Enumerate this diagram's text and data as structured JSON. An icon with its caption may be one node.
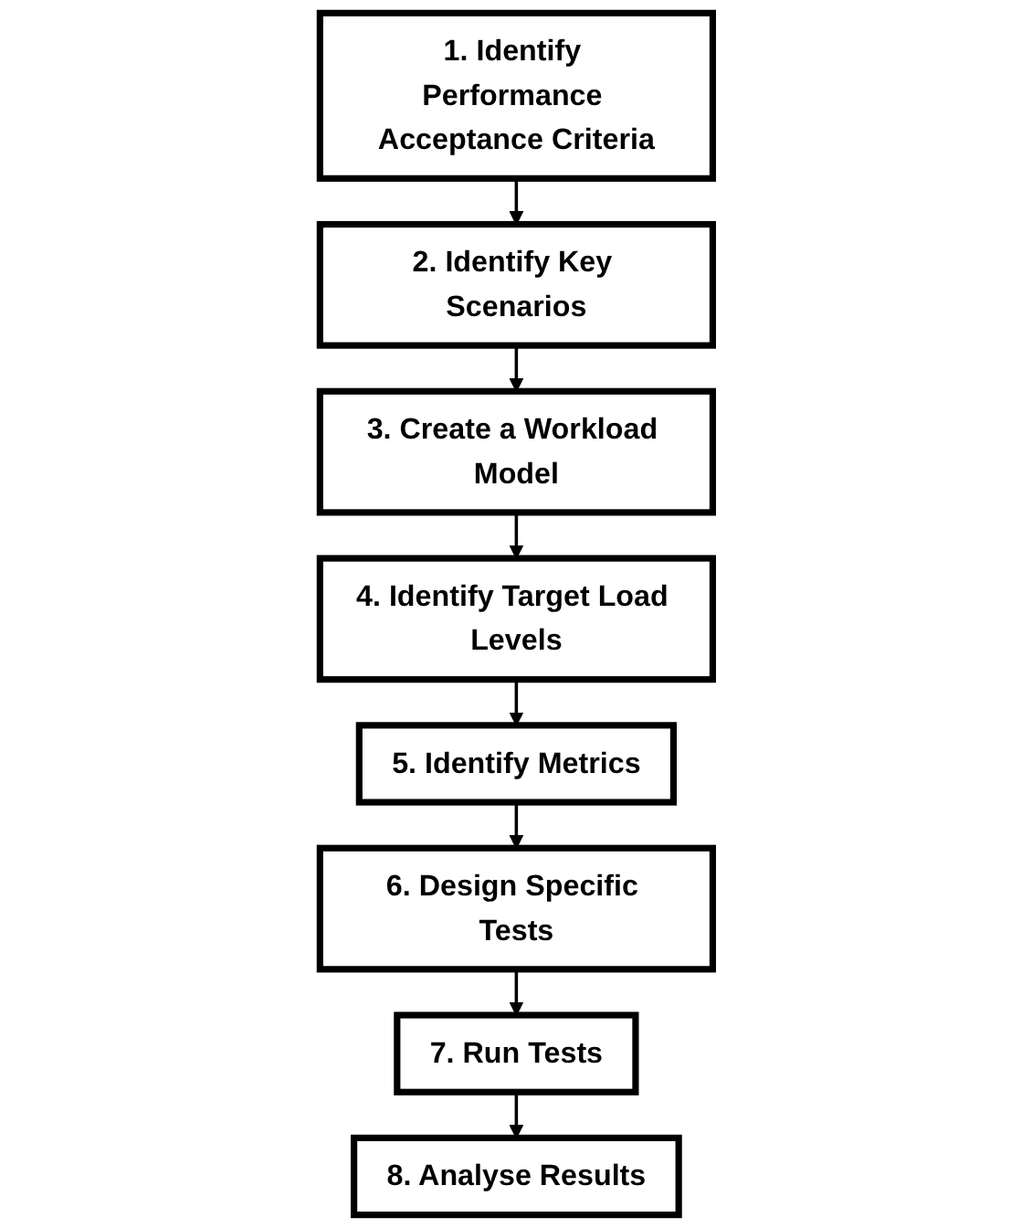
{
  "diagram": {
    "nodes": [
      {
        "text": [
          "1. Identify Performance Acceptance Criteria"
        ]
      },
      {
        "text": [
          "2. Identify Key Scenarios"
        ]
      },
      {
        "text": [
          "3. Create a Workload Model"
        ]
      },
      {
        "text": [
          "4. Identify Target Load Levels"
        ]
      },
      {
        "text": [
          "5. Identify Metrics"
        ]
      },
      {
        "text": [
          "6. Design Specific Tests"
        ]
      },
      {
        "text": [
          "7. Run Tests"
        ]
      },
      {
        "text": [
          "8. Analyse Results"
        ]
      }
    ],
    "edges": [
      {
        "from": 0,
        "to": 1,
        "arrow": "to"
      },
      {
        "from": 1,
        "to": 2,
        "arrow": "to"
      },
      {
        "from": 2,
        "to": 3,
        "arrow": "to"
      },
      {
        "from": 3,
        "to": 4,
        "arrow": "to"
      },
      {
        "from": 4,
        "to": 5,
        "arrow": "to"
      },
      {
        "from": 5,
        "to": 6,
        "arrow": "to"
      },
      {
        "from": 6,
        "to": 7,
        "arrow": "to"
      }
    ]
  }
}
